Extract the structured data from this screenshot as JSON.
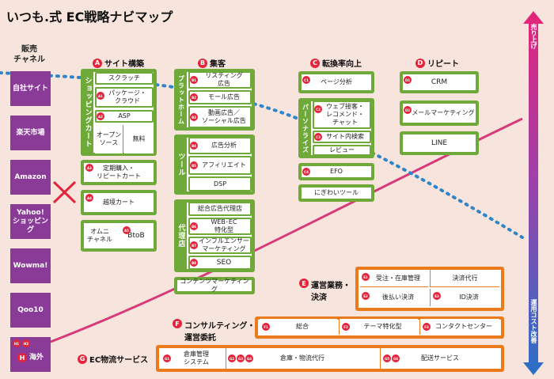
{
  "title": "いつも.式 EC戦略ナビマップ",
  "channels": {
    "heading": "販売\nチャネル",
    "items": [
      "自社サイト",
      "楽天市場",
      "Amazon",
      "Yahoo!\nショッピング",
      "Wowma!",
      "Qoo10",
      "海外"
    ],
    "overseas_badges": [
      "H1",
      "H2"
    ],
    "overseas_letter": "H"
  },
  "categories": {
    "A": {
      "letter": "A",
      "label": "サイト構築"
    },
    "B": {
      "letter": "B",
      "label": "集客"
    },
    "C": {
      "letter": "C",
      "label": "転換率向上"
    },
    "D": {
      "letter": "D",
      "label": "リピート"
    },
    "E": {
      "letter": "E",
      "label": "運営業務・\n決済"
    },
    "F": {
      "letter": "F",
      "label": "コンサルティング・\n運営委託"
    },
    "G": {
      "letter": "G",
      "label": "EC物流サービス"
    }
  },
  "A": {
    "shopping_cart_label": "ショッピングカート",
    "items": [
      "スクラッチ",
      "パッケージ・\nクラウド",
      "ASP",
      "オープン\nソース",
      "無料"
    ],
    "badges": [
      "A1",
      "A2"
    ],
    "repeat_cart": "定期購入・\nリピートカート",
    "repeat_badge": "A3",
    "crossborder_cart": "越境カート",
    "crossborder_badge": "A4",
    "omni": "オムニ\nチャネル",
    "btob": "BtoB",
    "btob_badge": "A5"
  },
  "B": {
    "platform_label": "プラットホーム",
    "platform_items": [
      "リスティング\n広告",
      "モール広告",
      "動画広告／\nソーシャル広告"
    ],
    "platform_badges": [
      "B1",
      "B2",
      "B3"
    ],
    "tool_label": "ツール",
    "tool_items": [
      "広告分析",
      "アフィリエイト",
      "DSP"
    ],
    "tool_badges": [
      "B4",
      "B5"
    ],
    "agency_label": "代理店",
    "agency_items": [
      "総合広告代理店",
      "WEB･EC\n特化型",
      "インフルエンサー\nマーケティング",
      "SEO"
    ],
    "agency_badges": [
      "B6",
      "B7",
      "B8"
    ],
    "content": "コンテンツマーケティング"
  },
  "C": {
    "page_analysis": "ページ分析",
    "page_badge": "C1",
    "personalize_label": "パーソナライズ",
    "personalize_items": [
      "ウェブ接客・\nレコメンド・\nチャット",
      "サイト内検索",
      "レビュー"
    ],
    "personalize_badges": [
      "C2",
      "C3"
    ],
    "efo": "EFO",
    "efo_badge": "C4",
    "nigiwai": "にぎわいツール"
  },
  "D": {
    "items": [
      "CRM",
      "メールマーケティング",
      "LINE"
    ],
    "badges": [
      "D1",
      "D2"
    ]
  },
  "E": {
    "items": [
      "受注・在庫管理",
      "決済代行",
      "後払い決済",
      "ID決済"
    ],
    "badges": [
      "E1",
      "E2",
      "E3"
    ]
  },
  "F": {
    "items": [
      "総合",
      "テーマ特化型",
      "コンタクトセンター"
    ],
    "badges": [
      "F1",
      "F2",
      "F3"
    ]
  },
  "G": {
    "items": [
      "倉庫管理\nシステム",
      "倉庫・物流代行",
      "配送サービス"
    ],
    "badges": [
      "G1",
      "G2",
      "G3",
      "G4",
      "G5",
      "G6"
    ]
  },
  "axis": {
    "top": "売り上げ",
    "bottom": "運用コスト改善"
  },
  "colors": {
    "green": "#6ea93a",
    "orange": "#ea7a1c",
    "purple": "#8a3b98",
    "red": "#e4243a",
    "curve": "#d63a7a",
    "dots": "#2e86c9"
  }
}
